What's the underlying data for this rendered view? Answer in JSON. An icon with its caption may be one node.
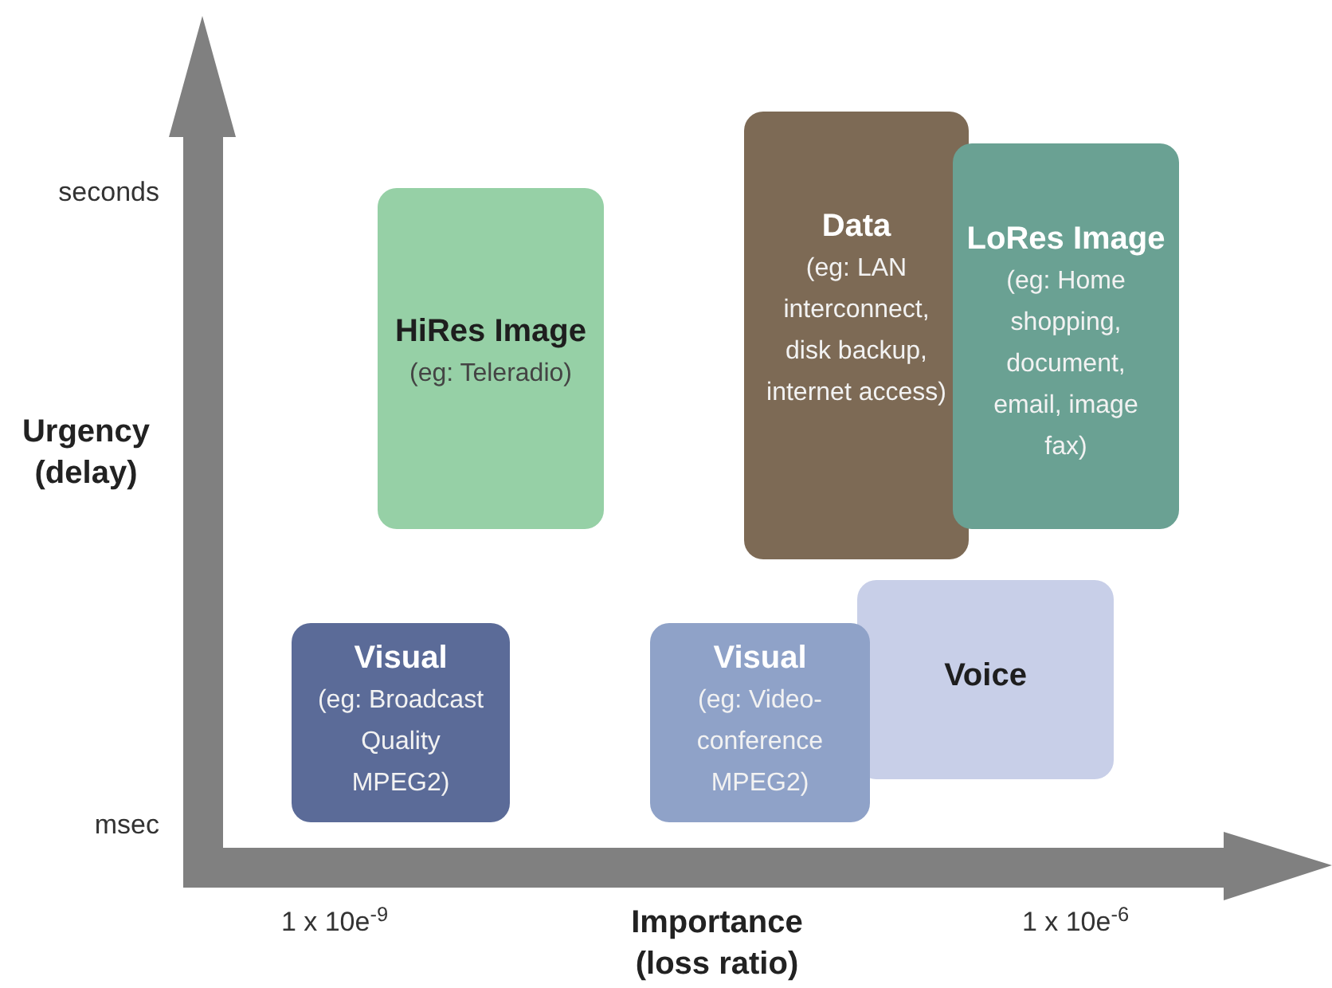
{
  "diagram": {
    "nodes": [
      {
        "text": [
          "Data",
          "(eg: LAN interconnect, disk backup, internet access)"
        ]
      },
      {
        "text": [
          "LoRes Image",
          "(eg: Home shopping, document, email, image fax)"
        ]
      },
      {
        "text": [
          "HiRes Image",
          "(eg: Teleradio)"
        ]
      },
      {
        "text": [
          "Voice"
        ]
      },
      {
        "text": [
          "Visual",
          "(eg: Broadcast Quality MPEG2)"
        ]
      },
      {
        "text": [
          "Visual",
          "(eg: Video-conference MPEG2)"
        ]
      }
    ],
    "labels": [
      "seconds",
      "Urgency (delay)",
      "msec",
      "1 x 10e$^{-9}$",
      "Importance (loss ratio)",
      "1 x 10e$^{-6}$"
    ]
  }
}
